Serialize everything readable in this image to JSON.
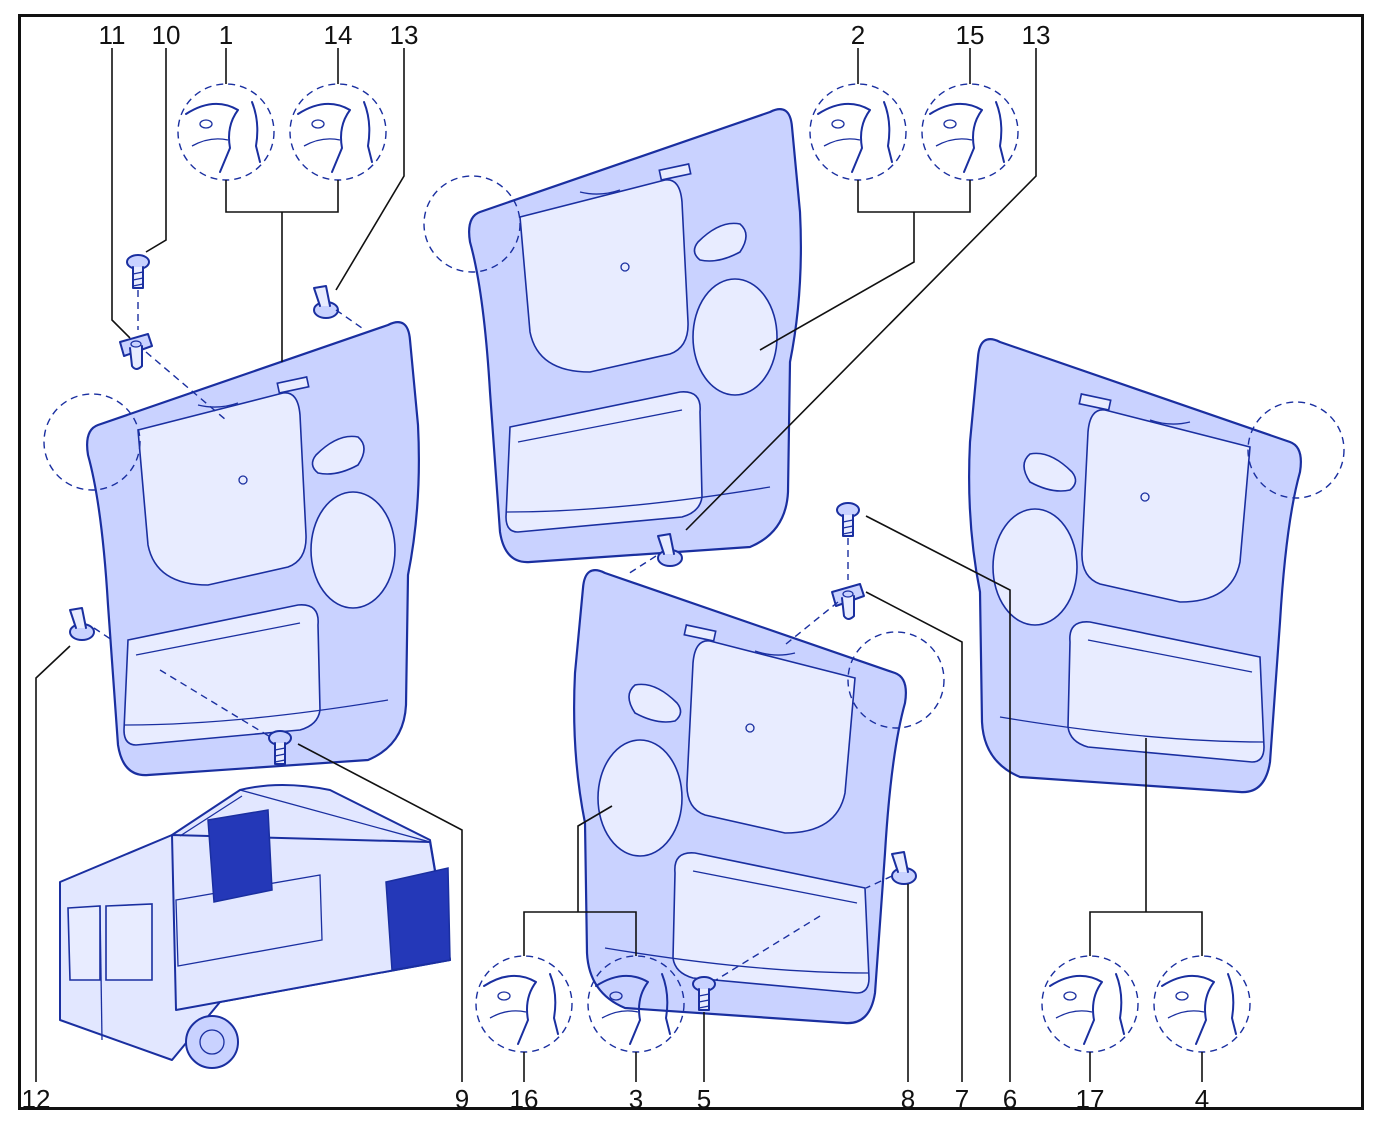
{
  "callouts": {
    "c11": "11",
    "c10": "10",
    "c1": "1",
    "c14": "14",
    "c13a": "13",
    "c2": "2",
    "c15": "15",
    "c13b": "13",
    "c12": "12",
    "c9": "9",
    "c16": "16",
    "c3": "3",
    "c5": "5",
    "c8": "8",
    "c7": "7",
    "c6": "6",
    "c17": "17",
    "c4": "4"
  },
  "colors": {
    "line": "#1a2fa0",
    "panel_fill": "#c9d2ff",
    "leader": "#111111"
  }
}
